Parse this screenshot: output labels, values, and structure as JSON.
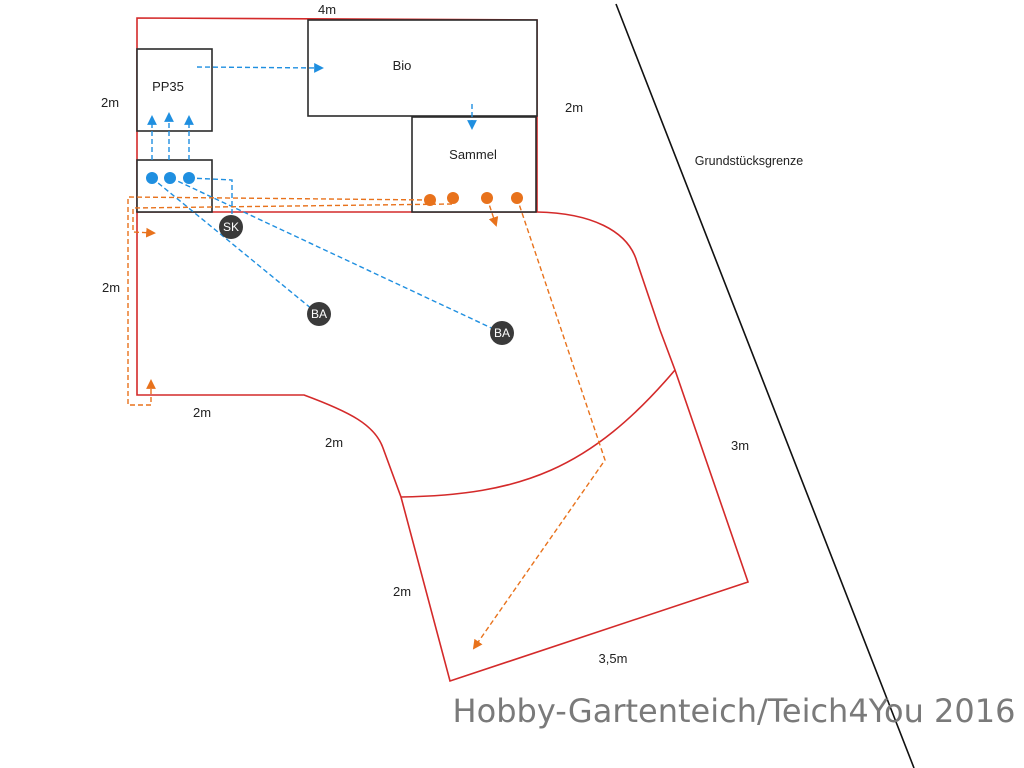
{
  "labels": {
    "top_width": "4m",
    "left_upper": "2m",
    "right_upper": "2m",
    "left_middle": "2m",
    "bottom_left": "2m",
    "curve": "2m",
    "lower_left": "2m",
    "lower_bottom": "3,5m",
    "lower_right": "3m",
    "boundary": "Grundstücksgrenze"
  },
  "boxes": {
    "pp35": "PP35",
    "bio": "Bio",
    "sammel": "Sammel"
  },
  "nodes": {
    "sk": "SK",
    "ba1": "BA",
    "ba2": "BA"
  },
  "watermark": "Hobby-Gartenteich/Teich4You 2016",
  "colors": {
    "pond_outline": "#d42a2a",
    "box_outline": "#2b2b2b",
    "blue_pipe": "#1f8fe0",
    "orange_pipe": "#e8721c",
    "node_fill": "#3a3a3a",
    "boundary_line": "#111111",
    "watermark": "#7a7a7a"
  }
}
